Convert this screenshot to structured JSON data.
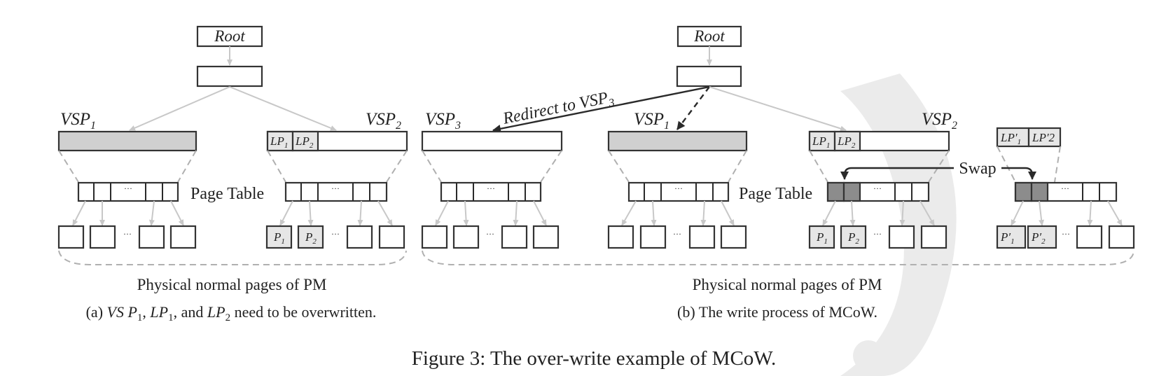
{
  "panel_a": {
    "root_label": "Root",
    "vsp1_label": "VSP",
    "vsp1_sub": "1",
    "vsp2_label": "VSP",
    "vsp2_sub": "2",
    "lp1_label": "LP",
    "lp1_sub": "1",
    "lp2_label": "LP",
    "lp2_sub": "2",
    "page_table_label": "Page Table",
    "ellipsis": "···",
    "p1_label": "P",
    "p1_sub": "1",
    "p2_label": "P",
    "p2_sub": "2",
    "phys_label": "Physical normal pages of PM",
    "caption_prefix": "(a) ",
    "caption_vsp": "VS P",
    "caption_vsp_sub": "1",
    "caption_sep1": ", ",
    "caption_lp1": "LP",
    "caption_lp1_sub": "1",
    "caption_sep2": ", and ",
    "caption_lp2": "LP",
    "caption_lp2_sub": "2",
    "caption_suffix": " need to be overwritten."
  },
  "panel_b": {
    "root_label": "Root",
    "redirect_label": "Redirect to VSP",
    "redirect_sub": "3",
    "vsp3_label": "VSP",
    "vsp3_sub": "3",
    "vsp1_label": "VSP",
    "vsp1_sub": "1",
    "vsp2_label": "VSP",
    "vsp2_sub": "2",
    "lp1_label": "LP",
    "lp1_sub": "1",
    "lp2_label": "LP",
    "lp2_sub": "2",
    "lpp1_label": "LP′",
    "lpp1_sub": "1",
    "lpp2_label": "LP′2",
    "swap_label": "Swap",
    "page_table_label": "Page Table",
    "ellipsis": "···",
    "p1_label": "P",
    "p1_sub": "1",
    "p2_label": "P",
    "p2_sub": "2",
    "pp1_label": "P′",
    "pp1_sub": "1",
    "pp2_label": "P′",
    "pp2_sub": "2",
    "phys_label": "Physical normal pages of PM",
    "caption": "(b) The write process of MCoW."
  },
  "figure_caption": "Figure 3: The over-write example of MCoW.",
  "colors": {
    "shaded_box": "#d0d0d0",
    "dark_box": "#8c8c8c",
    "light_box": "#e6e6e6",
    "connector": "#c8c8c8",
    "arrow": "#2a2a2a"
  }
}
